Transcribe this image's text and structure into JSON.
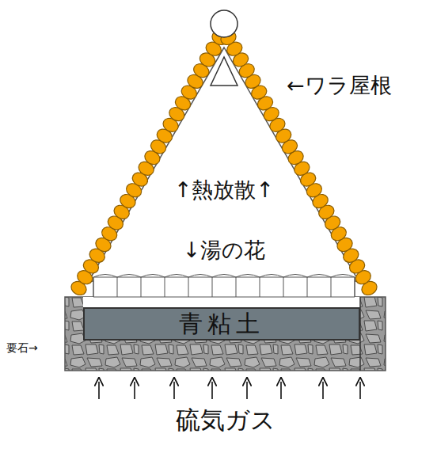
{
  "diagram": {
    "nodes": [
      {
        "text": [
          "青粘土"
        ]
      }
    ],
    "labels": [
      "←ワラ屋根",
      "↑熱放散↑",
      "↓湯の花",
      "要石→",
      "硫気ガス"
    ]
  }
}
